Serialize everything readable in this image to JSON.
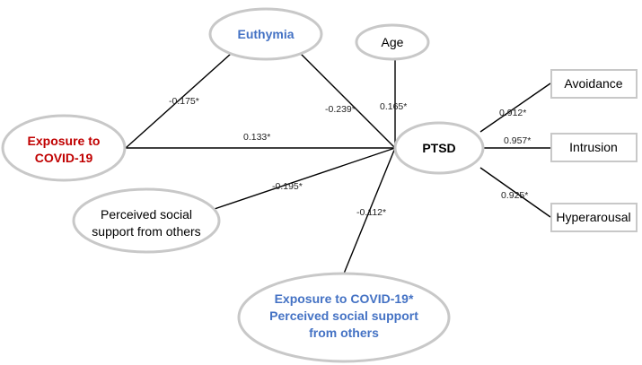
{
  "nodes": {
    "euthymia": {
      "lines": [
        "Euthymia"
      ]
    },
    "age": {
      "lines": [
        "Age"
      ]
    },
    "exposure": {
      "lines": [
        "Exposure to",
        "COVID-19"
      ]
    },
    "ptsd": {
      "lines": [
        "PTSD"
      ]
    },
    "social": {
      "lines": [
        "Perceived social",
        "support from others"
      ]
    },
    "interaction": {
      "lines": [
        "Exposure to COVID-19*",
        "Perceived social support",
        "from others"
      ]
    },
    "avoidance": {
      "lines": [
        "Avoidance"
      ]
    },
    "intrusion": {
      "lines": [
        "Intrusion"
      ]
    },
    "hyperarousal": {
      "lines": [
        "Hyperarousal"
      ]
    }
  },
  "paths": [
    {
      "from": "exposure",
      "to": "euthymia",
      "coefficient": "-0.175*"
    },
    {
      "from": "euthymia",
      "to": "ptsd",
      "coefficient": "-0.239*"
    },
    {
      "from": "age",
      "to": "ptsd",
      "coefficient": "0.165*"
    },
    {
      "from": "exposure",
      "to": "ptsd",
      "coefficient": "0.133*"
    },
    {
      "from": "social",
      "to": "ptsd",
      "coefficient": "-0.195*"
    },
    {
      "from": "interaction",
      "to": "ptsd",
      "coefficient": "-0.112*"
    },
    {
      "from": "ptsd",
      "to": "avoidance",
      "coefficient": "0.912*"
    },
    {
      "from": "ptsd",
      "to": "intrusion",
      "coefficient": "0.957*"
    },
    {
      "from": "ptsd",
      "to": "hyperarousal",
      "coefficient": "0.925*"
    }
  ],
  "colors": {
    "blue_text": "#4472c4",
    "red_text": "#c00000",
    "black_text": "#000000",
    "node_border": "#c8c8c8",
    "edge": "#000000"
  }
}
